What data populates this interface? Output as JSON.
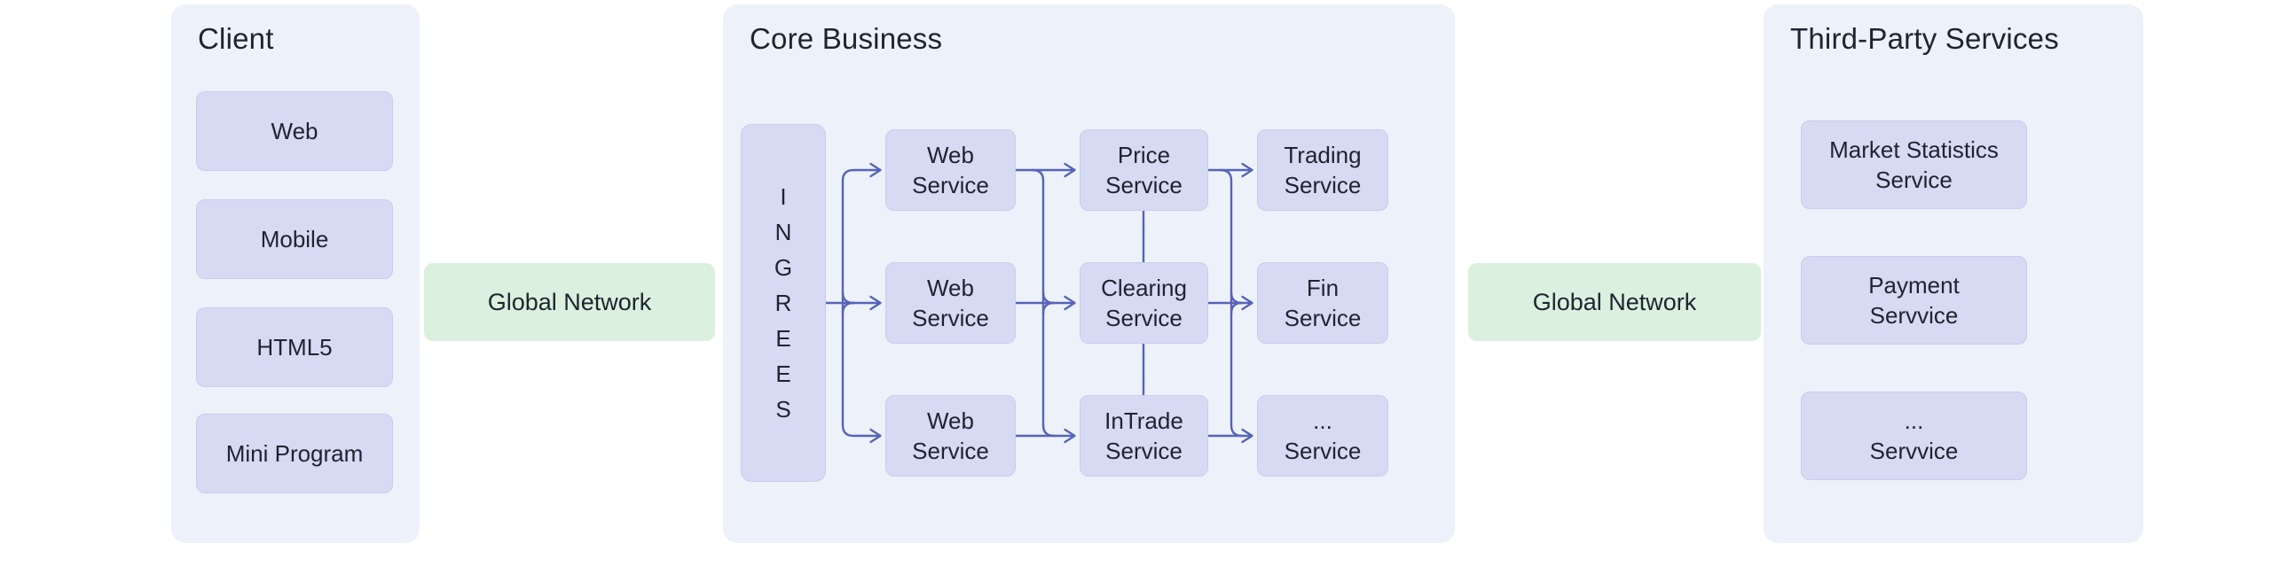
{
  "client": {
    "title": "Client",
    "nodes": [
      "Web",
      "Mobile",
      "HTML5",
      "Mini Program"
    ]
  },
  "global_network_left": {
    "label": "Global Network"
  },
  "core": {
    "title": "Core Business",
    "ingress_label": "I\nN\nG\nR\nE\nE\nS",
    "web_services": [
      "Web\nService",
      "Web\nService",
      "Web\nService"
    ],
    "mid_services": [
      "Price\nService",
      "Clearing\nService",
      "InTrade\nService"
    ],
    "right_services": [
      "Trading\nService",
      "Fin\nService",
      "...\nService"
    ]
  },
  "global_network_right": {
    "label": "Global Network"
  },
  "third_party": {
    "title": "Third-Party Services",
    "nodes": [
      "Market Statistics\nService",
      "Payment\nServvice",
      "...\nServvice"
    ]
  },
  "colors": {
    "panel_bg": "#edf1fa",
    "node_bg": "#d6daf2",
    "node_border": "#c9cdec",
    "network_bg": "#dbf0de",
    "edge": "#5663b8",
    "text": "#1d2430",
    "page_bg": "#ffffff"
  }
}
